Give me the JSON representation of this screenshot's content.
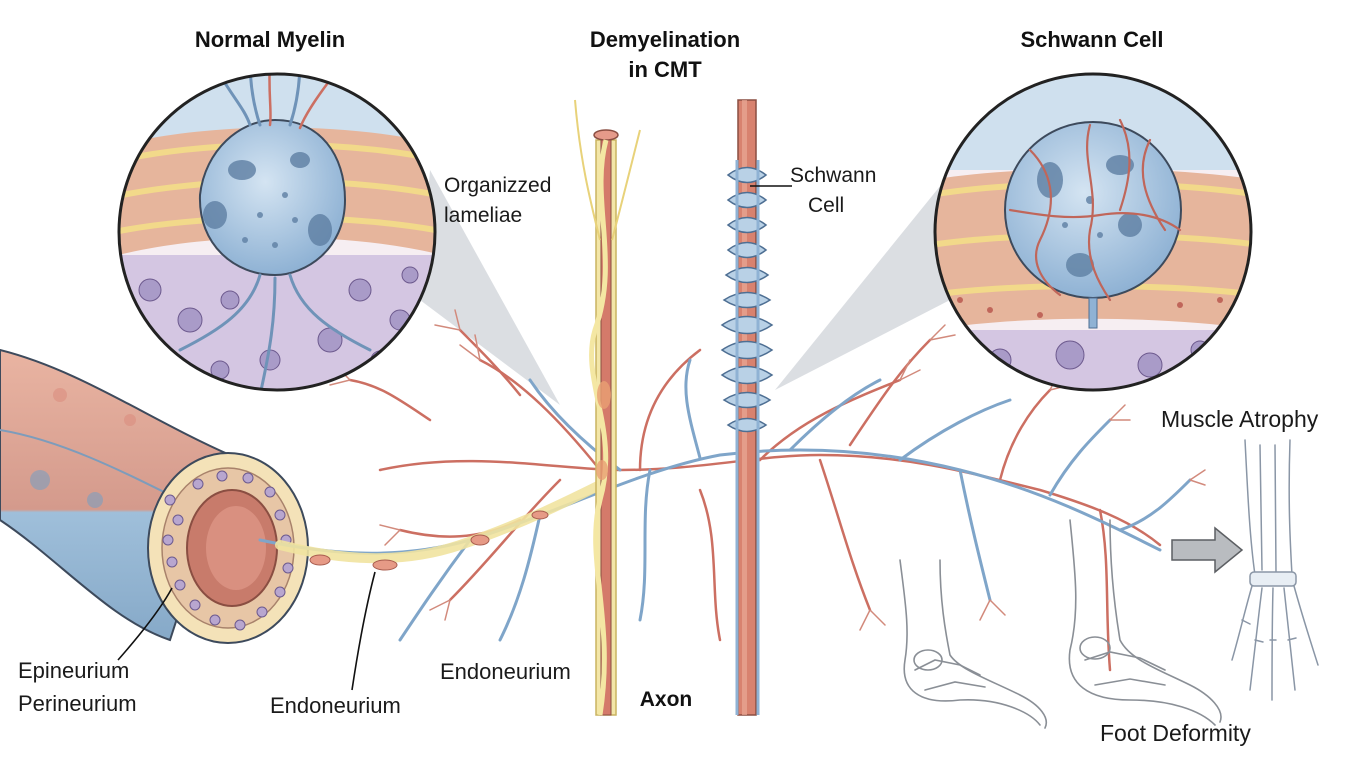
{
  "headings": {
    "normal_myelin": "Normal Myelin",
    "demyelination_line1": "Demyelination",
    "demyelination_line2": "in CMT",
    "schwann_cell": "Schwann Cell"
  },
  "labels": {
    "organized_line1": "Organizzed",
    "organized_line2": "lameliae",
    "schwann_line1": "Schwann",
    "schwann_line2": "Cell",
    "muscle_atrophy": "Muscle Atrophy",
    "epineurium": "Epineurium",
    "perineurium": "Perineurium",
    "endoneurium_left": "Endoneurium",
    "endoneurium_center": "Endoneurium",
    "axon": "Axon",
    "foot_deformity": "Foot Deformity"
  },
  "colors": {
    "myelin_blue": "#9fc2dc",
    "axon_red": "#d9796b",
    "sheath_yellow": "#f1e3a0",
    "tissue_pink": "#e8b9a5",
    "cell_purple": "#b8a6cf",
    "outline": "#3d4a5c"
  }
}
